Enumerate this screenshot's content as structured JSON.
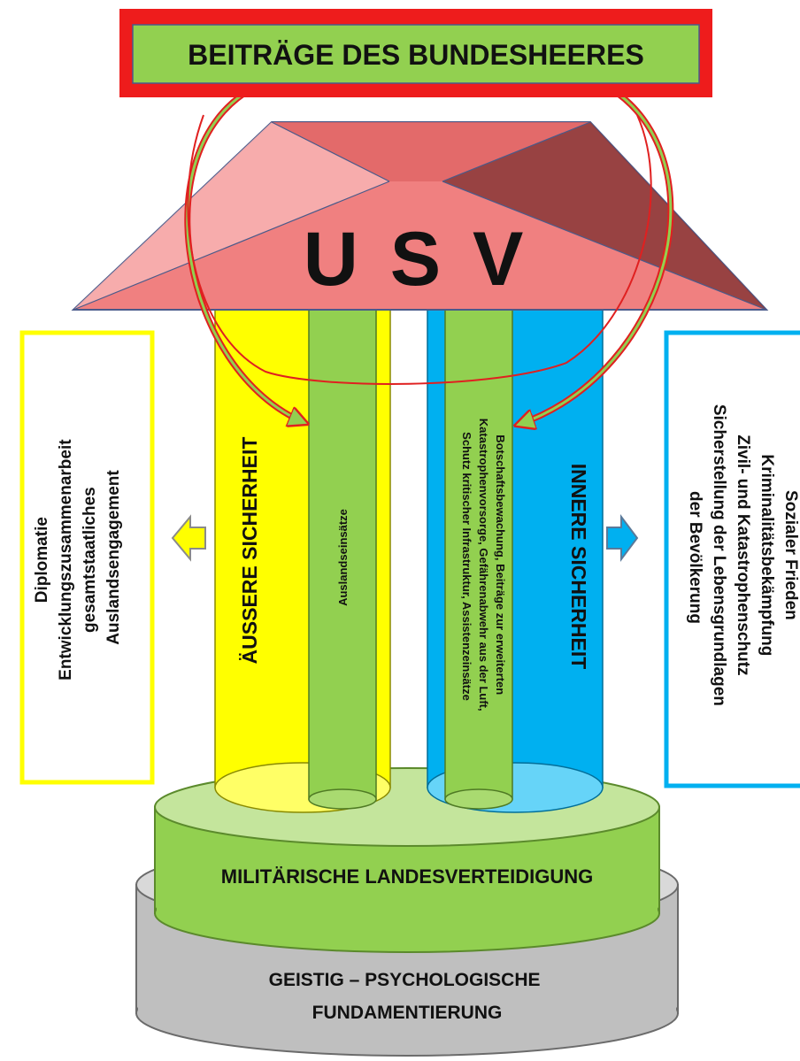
{
  "title": "BEITRÄGE DES BUNDESHEERES",
  "roof_label": "U S V",
  "left_box": {
    "lines": [
      "Diplomatie",
      "Entwicklungszusammenarbeit",
      "gesamtstaatliches",
      "Auslandsengagement"
    ]
  },
  "right_box": {
    "lines": [
      "Sozialer Frieden",
      "Kriminalitätsbekämpfung",
      "Zivil- und Katastrophenschutz",
      "Sicherstellung der Lebensgrundlagen",
      "der Bevölkerung"
    ]
  },
  "pillar_outer": "ÄUSSERE SICHERHEIT",
  "pillar_inner": "INNERE SICHERHEIT",
  "green_left": "Auslandseinsätze",
  "green_right": {
    "lines": [
      "Botschaftsbewachung, Beiträge zur erweiterten",
      "Katastrophenvorsorge, Gefährenabwehr aus der Luft,",
      "Schutz kritischer Infrastruktur, Assistenzeinsätze"
    ]
  },
  "base_green": "MILITÄRISCHE LANDESVERTEIDIGUNG",
  "base_grey": {
    "lines": [
      "GEISTIG – PSYCHOLOGISCHE",
      "FUNDAMENTIERUNG"
    ]
  },
  "colors": {
    "title_border": "#ee1c1c",
    "title_fill": "#92d050",
    "roof": "#f08080",
    "yellow": "#ffff00",
    "blue": "#00b0f0",
    "green": "#92d050",
    "grey": "#bfbfbf"
  }
}
